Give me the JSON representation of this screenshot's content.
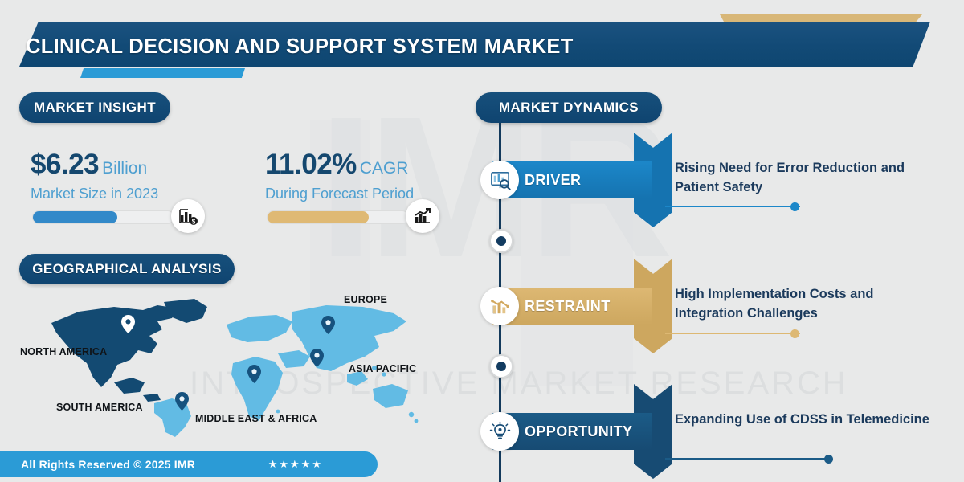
{
  "header": {
    "title": "CLINICAL DECISION AND SUPPORT SYSTEM MARKET",
    "accent_gold": "#d8b778",
    "bar_color": "#124a76",
    "underline_color": "#2b9bd6"
  },
  "watermark": {
    "logo_text": "IMR",
    "tagline": "INTROSPECTIVE MARKET RESEARCH"
  },
  "market_insight": {
    "pill_label": "MARKET INSIGHT",
    "metrics": [
      {
        "value": "$6.23",
        "unit": "Billion",
        "caption": "Market Size in 2023",
        "progress": 60,
        "bar_color": "#3289c9",
        "icon": "bar-chart-dollar-icon"
      },
      {
        "value": "11.02%",
        "unit": "CAGR",
        "caption": "During Forecast Period",
        "progress": 72,
        "bar_color": "#dfb974",
        "icon": "growth-chart-icon"
      }
    ]
  },
  "geographical_analysis": {
    "pill_label": "GEOGRAPHICAL ANALYSIS",
    "regions": [
      {
        "label": "NORTH AMERICA",
        "highlighted": true
      },
      {
        "label": "SOUTH AMERICA",
        "highlighted": false
      },
      {
        "label": "EUROPE",
        "highlighted": false
      },
      {
        "label": "ASIA PACIFIC",
        "highlighted": false
      },
      {
        "label": "MIDDLE EAST & AFRICA",
        "highlighted": false
      }
    ],
    "map_colors": {
      "highlight": "#134a72",
      "base": "#62bbe4"
    }
  },
  "market_dynamics": {
    "pill_label": "MARKET DYNAMICS",
    "rows": [
      {
        "category": "DRIVER",
        "description": "Rising Need for Error Reduction and Patient Safety",
        "color": "#1c87c9",
        "chevron_color": "#1573b0",
        "icon": "presentation-analysis-icon"
      },
      {
        "category": "RESTRAINT",
        "description": "High Implementation Costs and Integration Challenges",
        "color": "#ddb873",
        "chevron_color": "#cda75f",
        "icon": "declining-chart-icon"
      },
      {
        "category": "OPPORTUNITY",
        "description": "Expanding Use of CDSS in Telemedicine",
        "color": "#1b5b87",
        "chevron_color": "#174b73",
        "icon": "lightbulb-idea-icon"
      }
    ]
  },
  "footer": {
    "copyright": "All Rights Reserved © 2025 IMR",
    "rating": "★★★★★",
    "bar_color": "#2b9bd6"
  }
}
